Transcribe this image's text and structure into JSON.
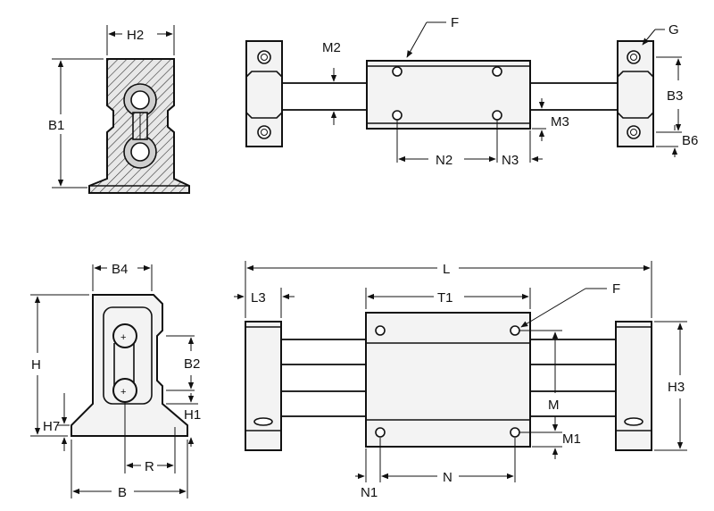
{
  "labels": {
    "H2": "H2",
    "B1": "B1",
    "F_top": "F",
    "G": "G",
    "M2": "M2",
    "M3": "M3",
    "B3": "B3",
    "B6": "B6",
    "N2": "N2",
    "N3": "N3",
    "B4": "B4",
    "H": "H",
    "B2": "B2",
    "H1": "H1",
    "H7": "H7",
    "R": "R",
    "B": "B",
    "L": "L",
    "L3": "L3",
    "T1": "T1",
    "F_bottom": "F",
    "M": "M",
    "M1": "M1",
    "H3": "H3",
    "N1": "N1",
    "N": "N"
  }
}
